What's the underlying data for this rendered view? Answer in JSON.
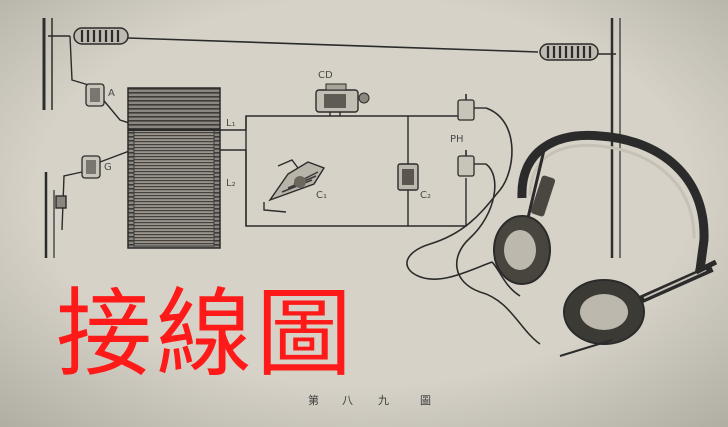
{
  "title": "接線圖",
  "title_color": "#ff1a1a",
  "labels": {
    "cd": "CD",
    "a": "A",
    "g": "G",
    "l1": "L₁",
    "l2": "L₂",
    "c1": "C₁",
    "c2": "C₂",
    "ph": "PH"
  },
  "caption": {
    "first": "第",
    "eight": "八",
    "nine": "九",
    "fig": "圖"
  },
  "components": {
    "aerial_insulators": "insulator-icon",
    "coil": "coil-icon",
    "detector": "crystal-detector-icon",
    "variable_capacitor": "variable-capacitor-icon",
    "fixed_capacitor": "fixed-capacitor-icon",
    "headphones": "headphones-icon"
  }
}
